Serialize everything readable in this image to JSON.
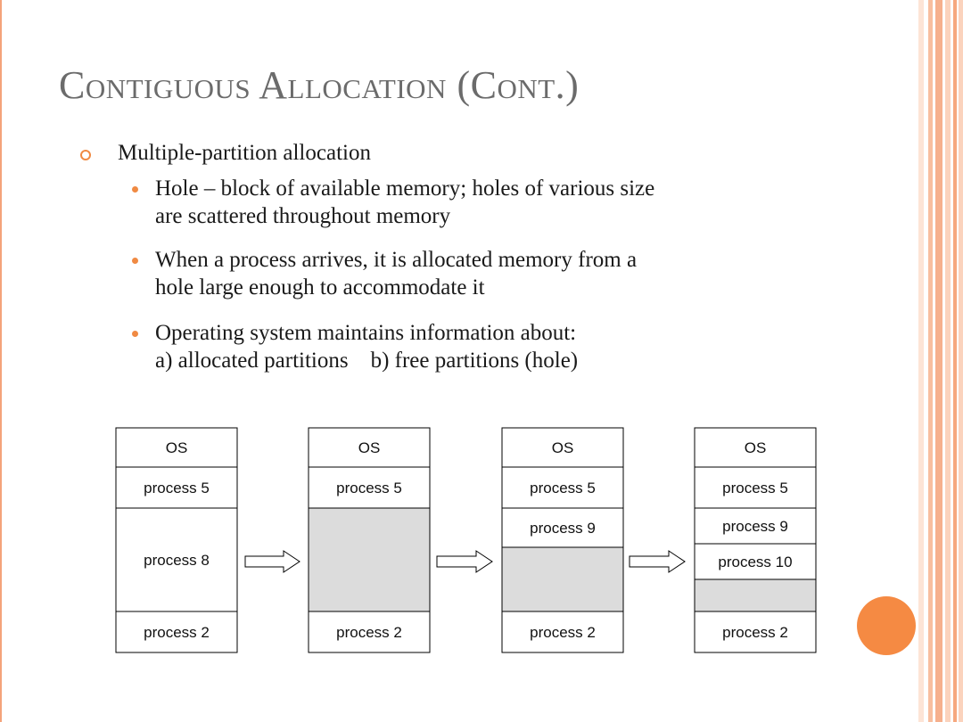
{
  "title": "Contiguous Allocation (Cont.)",
  "bullets": {
    "main": "Multiple-partition allocation",
    "items": [
      [
        "Hole – block of available memory; holes of various size",
        "are scattered throughout memory"
      ],
      [
        "When a process arrives, it is allocated memory from a",
        "hole large enough to accommodate it"
      ],
      [
        "Operating system maintains information about:",
        "a) allocated partitions    b) free partitions (hole)"
      ]
    ]
  },
  "memory_states": [
    {
      "blocks": [
        {
          "label": "OS",
          "type": "allocated"
        },
        {
          "label": "process 5",
          "type": "allocated"
        },
        {
          "label": "process 8",
          "type": "allocated"
        },
        {
          "label": "process 2",
          "type": "allocated"
        }
      ]
    },
    {
      "blocks": [
        {
          "label": "OS",
          "type": "allocated"
        },
        {
          "label": "process 5",
          "type": "allocated"
        },
        {
          "label": "",
          "type": "hole"
        },
        {
          "label": "process 2",
          "type": "allocated"
        }
      ]
    },
    {
      "blocks": [
        {
          "label": "OS",
          "type": "allocated"
        },
        {
          "label": "process 5",
          "type": "allocated"
        },
        {
          "label": "process 9",
          "type": "allocated"
        },
        {
          "label": "",
          "type": "hole"
        },
        {
          "label": "process 2",
          "type": "allocated"
        }
      ]
    },
    {
      "blocks": [
        {
          "label": "OS",
          "type": "allocated"
        },
        {
          "label": "process 5",
          "type": "allocated"
        },
        {
          "label": "process 9",
          "type": "allocated"
        },
        {
          "label": "process 10",
          "type": "allocated"
        },
        {
          "label": "",
          "type": "hole"
        },
        {
          "label": "process 2",
          "type": "allocated"
        }
      ]
    }
  ],
  "colors": {
    "accent": "#f08a43",
    "title": "#6b6b6b",
    "hole": "#dcdcdc",
    "stripe_light": "#fbd3bd",
    "stripe_mid": "#f6b08d",
    "circle": "#f58a43"
  }
}
